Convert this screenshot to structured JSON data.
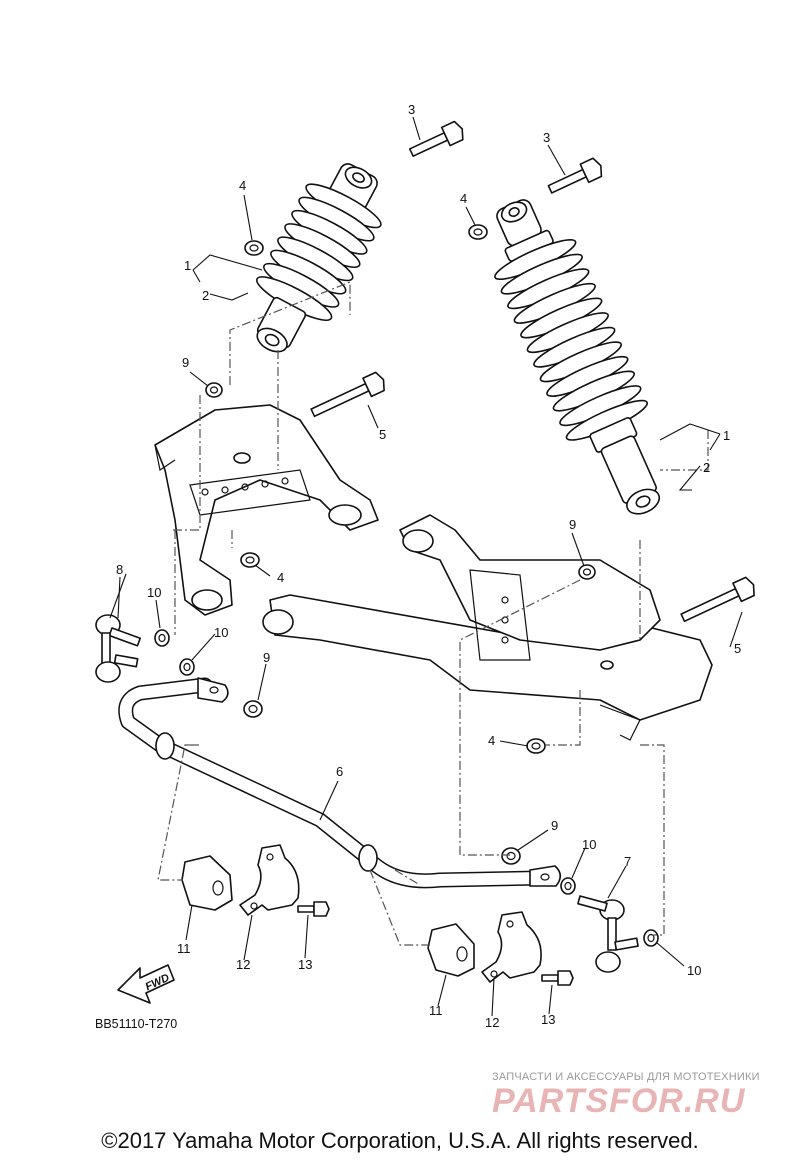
{
  "diagram": {
    "code": "BB51110-T270",
    "fwd_label": "FWD",
    "callouts": {
      "c1a": "1",
      "c1b": "1",
      "c2a": "2",
      "c2b": "2",
      "c3a": "3",
      "c3b": "3",
      "c4a": "4",
      "c4b": "4",
      "c4c": "4",
      "c4d": "4",
      "c5a": "5",
      "c5b": "5",
      "c6": "6",
      "c7": "7",
      "c8": "8",
      "c9a": "9",
      "c9b": "9",
      "c9c": "9",
      "c9d": "9",
      "c10a": "10",
      "c10b": "10",
      "c10c": "10",
      "c10d": "10",
      "c11a": "11",
      "c11b": "11",
      "c12a": "12",
      "c12b": "12",
      "c13a": "13",
      "c13b": "13"
    }
  },
  "watermark": {
    "tagline": "ЗАПЧАСТИ И АКСЕССУАРЫ ДЛЯ МОТОТЕХНИКИ",
    "brand": "PARTSFOR.RU"
  },
  "footer": {
    "copyright": "©2017 Yamaha Motor Corporation, U.S.A. All rights reserved."
  }
}
